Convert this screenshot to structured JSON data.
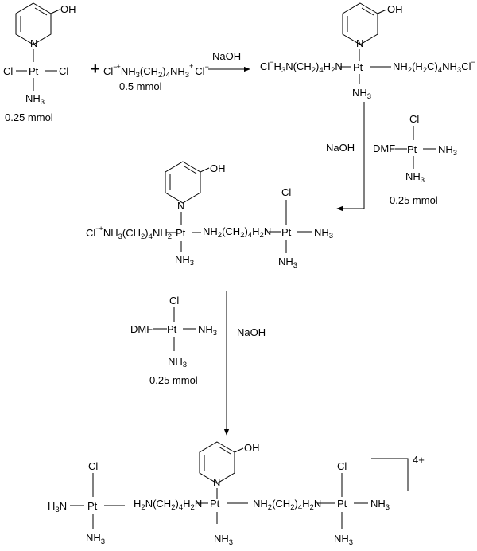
{
  "reactant1": {
    "oh": "OH",
    "n": "N",
    "cl_left": "Cl",
    "pt": "Pt",
    "cl_right": "Cl",
    "nh": "NH",
    "nh_sub": "3",
    "amount": "0.25 mmol"
  },
  "plus_sign": "+",
  "reactant2": {
    "cl1": "Cl",
    "cl1_sup": "−",
    "plus_sup": "+",
    "p1": "NH",
    "p1_sub": "3",
    "p2": "(CH",
    "p2_sub": "2",
    "p3": ")",
    "p3_sub": "4",
    "p4": "NH",
    "p4_sub": "3",
    "plus2_sup": "+",
    "cl2": "Cl",
    "cl2_sup": "−",
    "amount": "0.5 mmol"
  },
  "step1": {
    "reagent": "NaOH"
  },
  "intermediate1": {
    "oh": "OH",
    "n": "N",
    "pt": "Pt",
    "left": {
      "cl": "Cl",
      "cl_sup": "−",
      "h": "H",
      "h_sub": "3",
      "n": "N(CH",
      "n_sub": "2",
      "paren": ")",
      "paren_sub": "4",
      "h2": "H",
      "h2_sub": "2",
      "end": "N"
    },
    "right": {
      "nh": "NH",
      "nh_sub": "2",
      "ch": "(H",
      "ch_sub": "2",
      "c": "C)",
      "c_sub": "4",
      "nh3": "NH",
      "nh3_sub": "3",
      "cl": "Cl",
      "cl_sup": "−"
    },
    "nh3": "NH",
    "nh3_sub": "3"
  },
  "step2": {
    "reagent": "NaOH",
    "complex": {
      "cl": "Cl",
      "dmf": "DMF",
      "pt": "Pt",
      "nh3_right": "NH",
      "nh3_right_sub": "3",
      "nh3_bottom": "NH",
      "nh3_bottom_sub": "3"
    },
    "amount": "0.25 mmol"
  },
  "intermediate2": {
    "oh": "OH",
    "n": "N",
    "pt1": "Pt",
    "pt2": "Pt",
    "cl_top": "Cl",
    "left": {
      "cl": "Cl",
      "cl_sup": "−",
      "plus_sup": "+",
      "nh": "NH",
      "nh_sub": "3",
      "ch": "(CH",
      "ch_sub": "2",
      "p": ")",
      "p_sub": "4",
      "nh2": "NH",
      "nh2_sub": "2"
    },
    "bridge": {
      "nh": "NH",
      "nh_sub": "2",
      "ch": "(CH",
      "ch_sub": "2",
      "p": ")",
      "p_sub": "4",
      "h": "H",
      "h_sub": "2",
      "n": "N"
    },
    "nh3_under_pt1": "NH",
    "nh3_under_pt1_sub": "3",
    "nh3_right": "NH",
    "nh3_right_sub": "3",
    "nh3_under_pt2": "NH",
    "nh3_under_pt2_sub": "3"
  },
  "step3": {
    "reagent": "NaOH",
    "complex": {
      "cl": "Cl",
      "dmf": "DMF",
      "pt": "Pt",
      "nh3_right": "NH",
      "nh3_right_sub": "3",
      "nh3_bottom": "NH",
      "nh3_bottom_sub": "3"
    },
    "amount": "0.25 mmol"
  },
  "product": {
    "oh": "OH",
    "n": "N",
    "pt_center": "Pt",
    "charge": "4+",
    "left_pt": {
      "cl": "Cl",
      "h3n": "H",
      "h3n_sub": "3",
      "h3n_end": "N",
      "pt": "Pt",
      "nh3": "NH",
      "nh3_sub": "3"
    },
    "left_chain": {
      "h": "H",
      "h_sub": "2",
      "n": "N(CH",
      "n_sub": "2",
      "p": ")",
      "p_sub": "4",
      "h2": "H",
      "h2_sub": "2",
      "end": "N"
    },
    "right_chain": {
      "nh": "NH",
      "nh_sub": "2",
      "ch": "(CH",
      "ch_sub": "2",
      "p": ")",
      "p_sub": "4",
      "h": "H",
      "h_sub": "2",
      "end": "N"
    },
    "right_pt": {
      "cl": "Cl",
      "pt": "Pt",
      "nh3": "NH",
      "nh3_sub": "3",
      "nh3b": "NH",
      "nh3b_sub": "3"
    },
    "nh3_center": "NH",
    "nh3_center_sub": "3"
  }
}
